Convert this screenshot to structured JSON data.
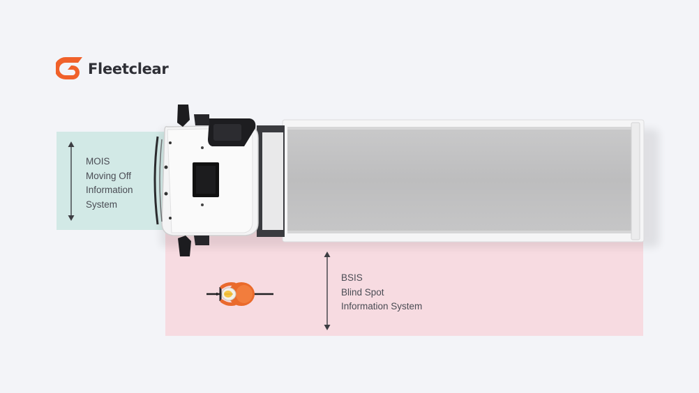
{
  "brand": {
    "name": "Fleetclear",
    "accent": "#f0612a"
  },
  "zones": {
    "mois": {
      "line1": "MOIS",
      "line2": "Moving Off",
      "line3": "Information",
      "line4": "System",
      "color": "#d2e9e6"
    },
    "bsis": {
      "line1": "BSIS",
      "line2": "Blind Spot",
      "line3": "Information System",
      "color": "#f7dbe1"
    }
  },
  "icons": {
    "logo": "fleetclear-logo-icon",
    "truck": "truck-top-view-icon",
    "cyclist": "cyclist-top-view-icon",
    "arrow": "double-arrow-icon"
  }
}
